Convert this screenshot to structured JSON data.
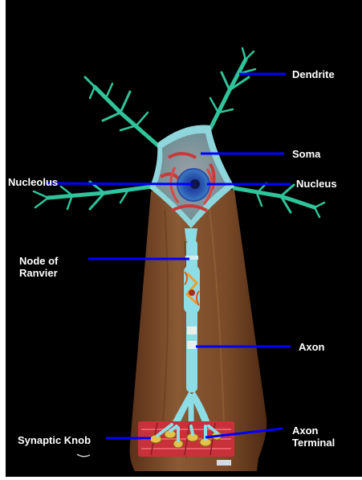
{
  "labels": {
    "dendrite": "Dendrite",
    "soma": "Soma",
    "nucleolus": "Nucleolus",
    "nucleus": "Nucleus",
    "node_of_ranvier_line1": "Node of",
    "node_of_ranvier_line2": "Ranvier",
    "axon": "Axon",
    "axon_terminal_line1": "Axon",
    "axon_terminal_line2": "Terminal",
    "synaptic_knob": "Synaptic Knob"
  },
  "colors": {
    "background": "#000000",
    "pointer_line": "#0000ff",
    "label_text": "#ffffff",
    "dendrite": "#2fc49a",
    "axon": "#8ddde6",
    "stand_wood": "#7a4a2a",
    "muscle": "#c8303a"
  }
}
